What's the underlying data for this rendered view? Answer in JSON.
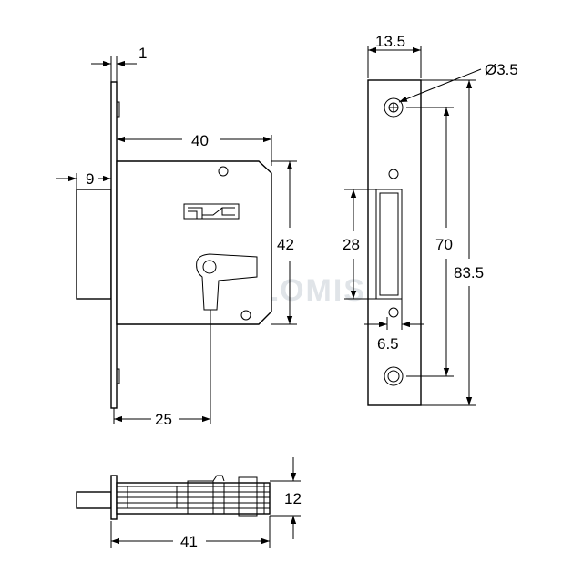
{
  "watermark": "ZALOMIS",
  "front_view": {
    "dim_faceplate_thickness": "1",
    "dim_backset_width": "40",
    "dim_bolt_projection": "9",
    "dim_case_height": "42",
    "dim_keyhole_offset": "25"
  },
  "faceplate_view": {
    "dim_plate_width": "13.5",
    "dim_hole_diameter": "Ø3.5",
    "dim_bolt_opening_height": "28",
    "dim_hole_spacing": "70",
    "dim_plate_height": "83.5",
    "dim_opening_width": "6.5"
  },
  "bottom_view": {
    "dim_thickness": "12",
    "dim_total_depth": "41"
  }
}
